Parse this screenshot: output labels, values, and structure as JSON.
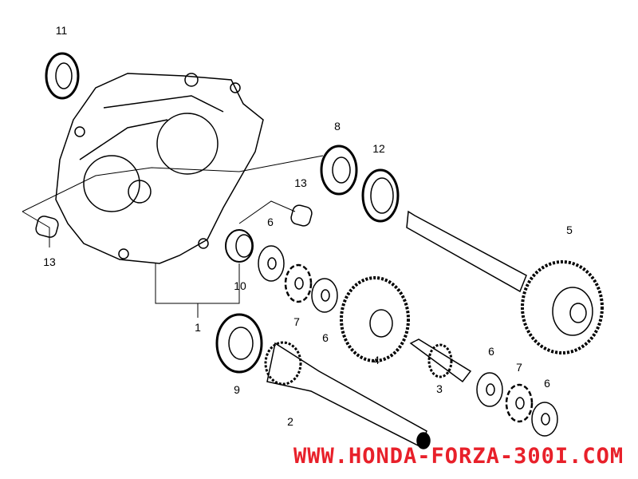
{
  "title": "Transmission parts diagram",
  "callouts": {
    "c1": "1",
    "c2": "2",
    "c3": "3",
    "c4": "4",
    "c5": "5",
    "c6a": "6",
    "c6b": "6",
    "c6c": "6",
    "c6d": "6",
    "c7a": "7",
    "c7b": "7",
    "c8": "8",
    "c9": "9",
    "c10": "10",
    "c11": "11",
    "c12": "12",
    "c13a": "13",
    "c13b": "13"
  },
  "watermark": "WWW.HONDA-FORZA-300I.COM",
  "colors": {
    "line": "#000000",
    "watermark": "#e8202a"
  }
}
